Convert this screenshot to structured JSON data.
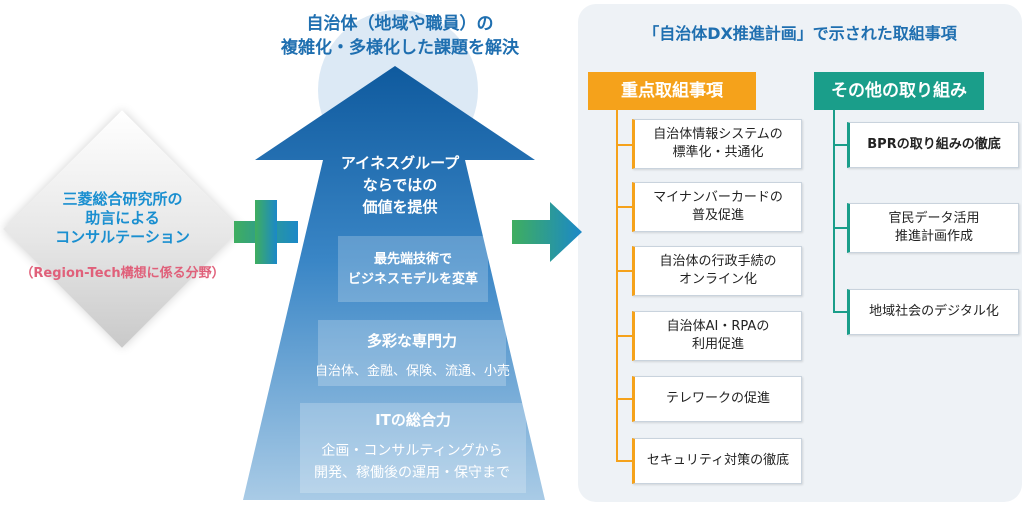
{
  "left": {
    "lines": [
      "三菱総合研究所の",
      "助言による",
      "コンサルテーション"
    ],
    "sub": "（Region-Tech構想に係る分野）"
  },
  "top_title": {
    "line1": "自治体（地域や職員）の",
    "line2": "複雑化・多様化した課題を解決"
  },
  "arrow": {
    "head_lines": [
      "アイネスグループ",
      "ならではの",
      "価値を提供"
    ],
    "band1": [
      "最先端技術で",
      "ビジネスモデルを変革"
    ],
    "band2_title": "多彩な専門力",
    "band2_sub": "自治体、金融、保険、流通、小売",
    "band3_title": "ITの総合力",
    "band3_sub": [
      "企画・コンサルティングから",
      "開発、稼働後の運用・保守まで"
    ]
  },
  "right": {
    "title": "「自治体DX推進計画」で示された取組事項",
    "priority_label": "重点取組事項",
    "priority_items": [
      "自治体情報システムの\n標準化・共通化",
      "マイナンバーカードの\n普及促進",
      "自治体の行政手続の\nオンライン化",
      "自治体AI・RPAの\n利用促進",
      "テレワークの促進",
      "セキュリティ対策の徹底"
    ],
    "other_label": "その他の取り組み",
    "other_items": [
      "BPRの取り組みの徹底",
      "官民データ活用\n推進計画作成",
      "地域社会のデジタル化"
    ]
  },
  "colors": {
    "accent_blue": "#1f6fb0",
    "light_blue": "#1a8fd0",
    "orange": "#f5a21b",
    "teal": "#1a9e8a",
    "pink": "#e0607a"
  }
}
